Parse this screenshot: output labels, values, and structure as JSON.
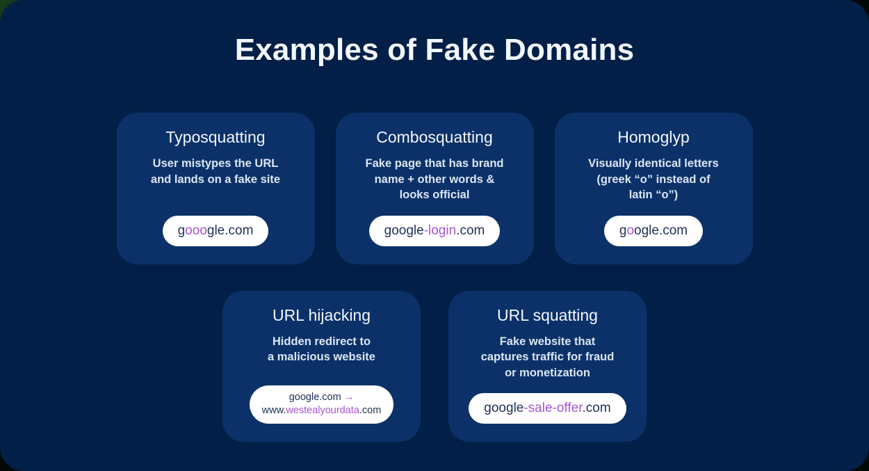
{
  "header": {
    "title": "Examples of Fake Domains"
  },
  "colors": {
    "page_background": "#021f47",
    "card_background": "#0b3168",
    "pill_background": "#ffffff",
    "pill_text": "#20325a",
    "highlight": "#a855d4",
    "title_text": "#f2f6fb"
  },
  "rows": [
    {
      "cards": [
        {
          "title": "Typosquatting",
          "description": "User mistypes the URL\nand lands on a fake site",
          "domain": {
            "full_text": "gooogle.com",
            "prefix": "g",
            "highlight": "ooo",
            "suffix": "gle.com"
          }
        },
        {
          "title": "Combosquatting",
          "description": "Fake page that has brand\nname + other words &\nlooks official",
          "domain": {
            "full_text": "google-login.com",
            "prefix": "google",
            "highlight": "-login",
            "suffix": ".com"
          }
        },
        {
          "title": "Homoglyp",
          "description": "Visually identical letters\n(greek “o” instead of\nlatin “o”)",
          "domain": {
            "full_text": "google.com",
            "prefix": "g",
            "highlight": "o",
            "suffix": "ogle.com"
          }
        }
      ]
    },
    {
      "cards": [
        {
          "title": "URL hijacking",
          "description": "Hidden redirect to\na malicious website",
          "domain": {
            "full_text": "google.com → www.westealyourdata.com",
            "line1_text": "google.com",
            "arrow": "→",
            "line2_prefix": "www.",
            "line2_highlight": "westealyourdata",
            "line2_suffix": ".com"
          }
        },
        {
          "title": "URL squatting",
          "description": "Fake website that\ncaptures traffic for fraud\nor monetization",
          "domain": {
            "full_text": "google-sale-offer.com",
            "prefix": "google",
            "highlight": "-sale-offer",
            "suffix": ".com"
          }
        }
      ]
    }
  ]
}
